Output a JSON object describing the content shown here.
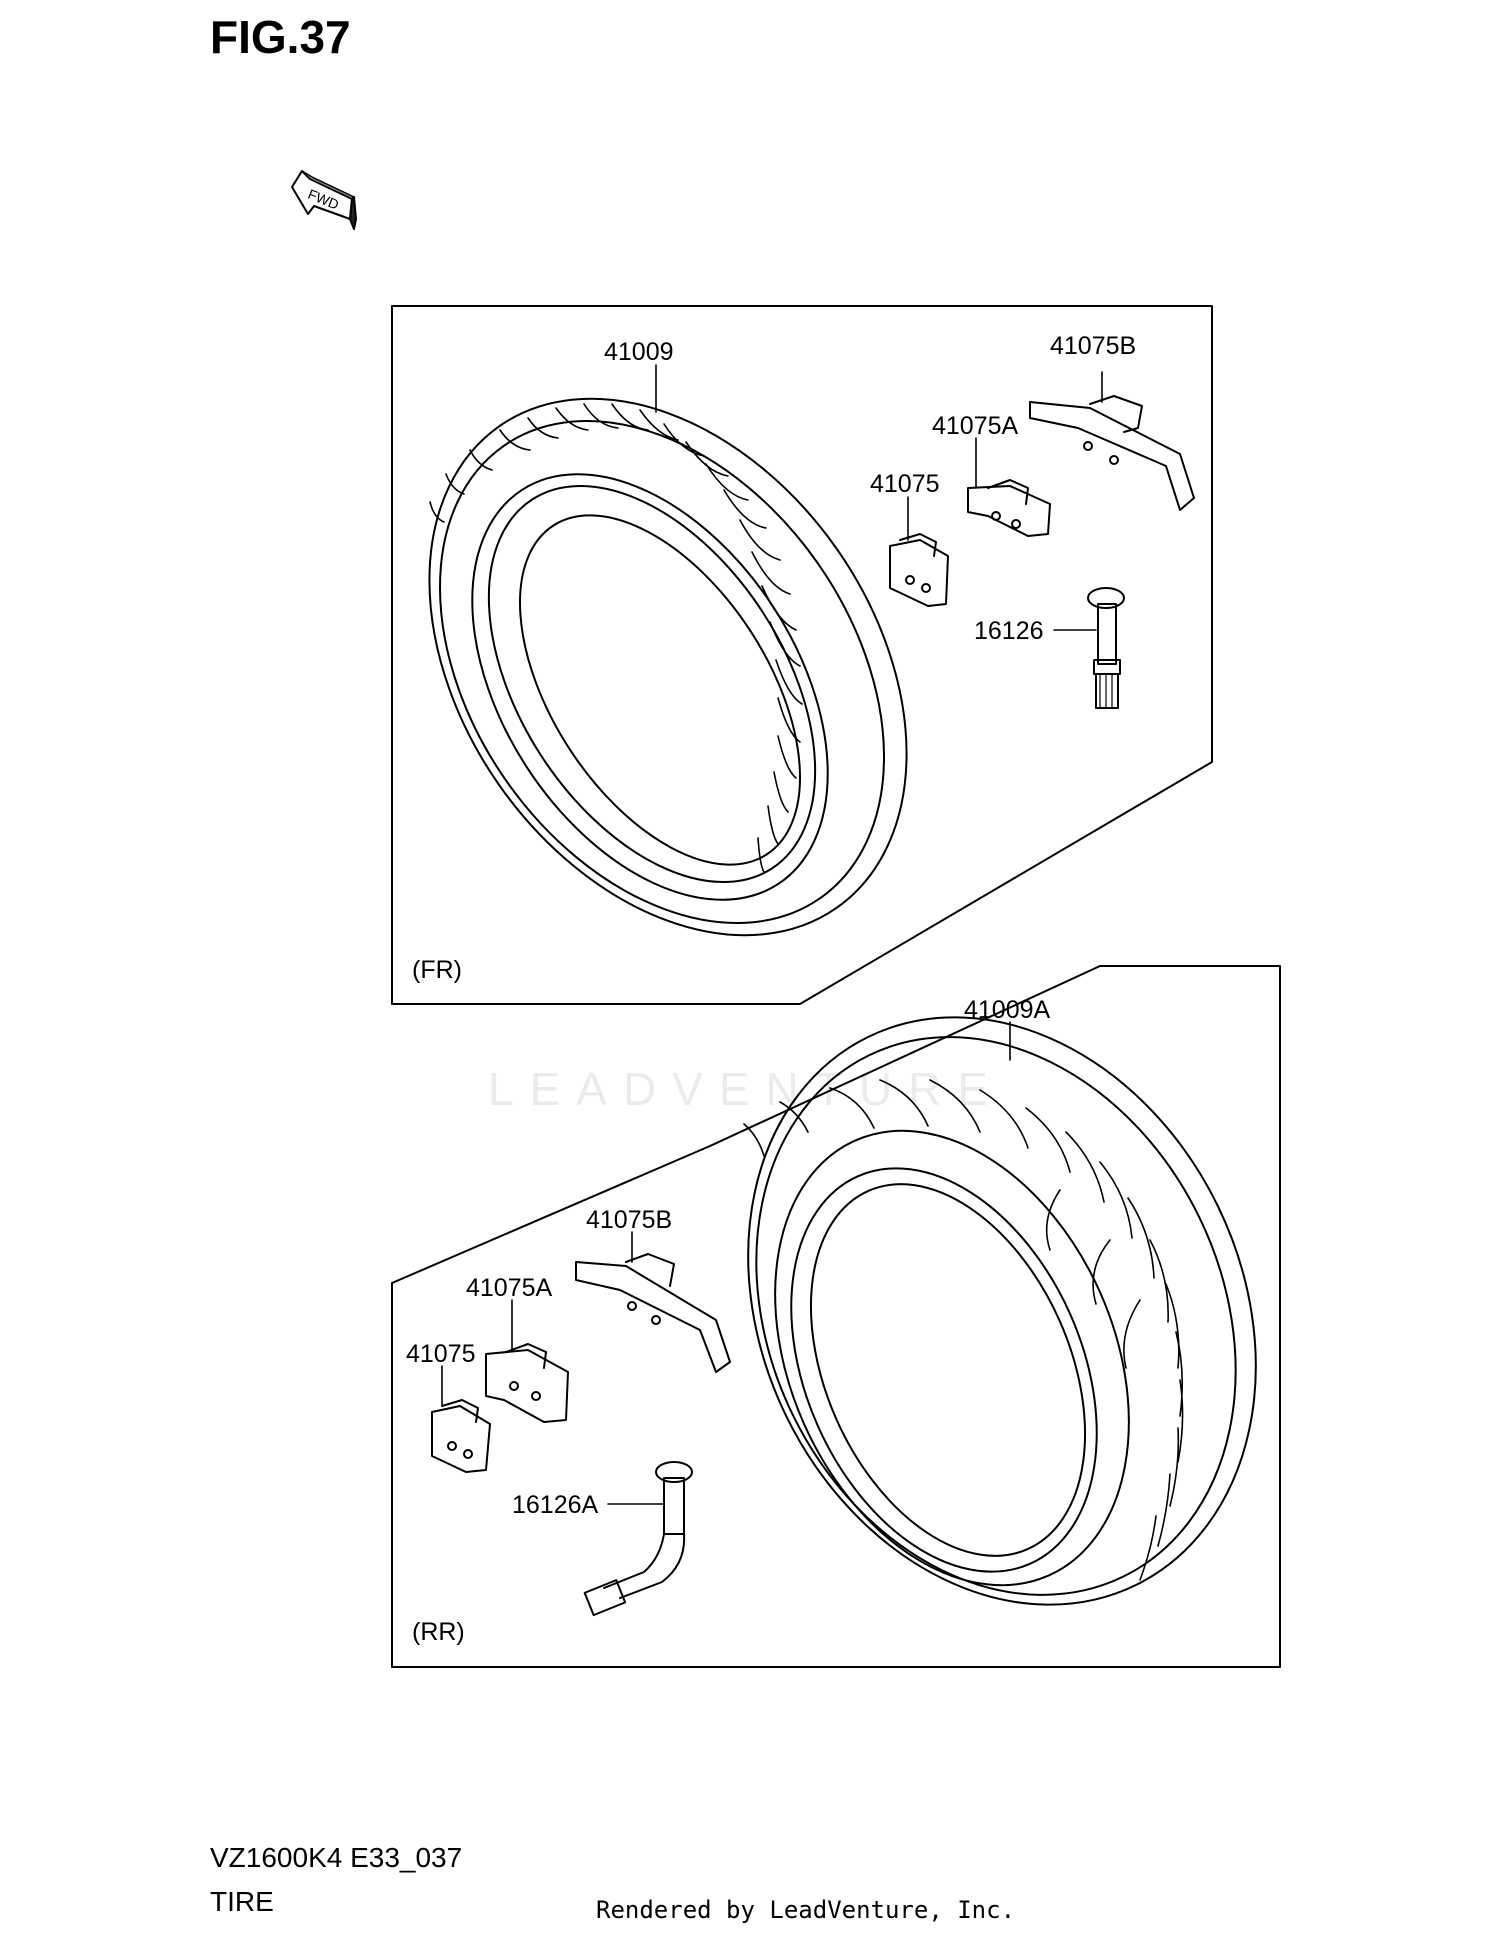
{
  "figure": {
    "title": "FIG.37",
    "fwd_icon_text": "FWD"
  },
  "panels": {
    "front": {
      "tag": "(FR)",
      "parts": [
        "41009",
        "41075B",
        "41075A",
        "41075",
        "16126"
      ]
    },
    "rear": {
      "tag": "(RR)",
      "parts": [
        "41009A",
        "41075B",
        "41075A",
        "41075",
        "16126A"
      ]
    }
  },
  "footer": {
    "code": "VZ1600K4 E33_037",
    "name": "TIRE",
    "credit": "Rendered by LeadVenture, Inc."
  },
  "watermark": "LEADVENTURE",
  "colors": {
    "line": "#000000",
    "background": "#ffffff",
    "watermark": "#ebebeb"
  }
}
